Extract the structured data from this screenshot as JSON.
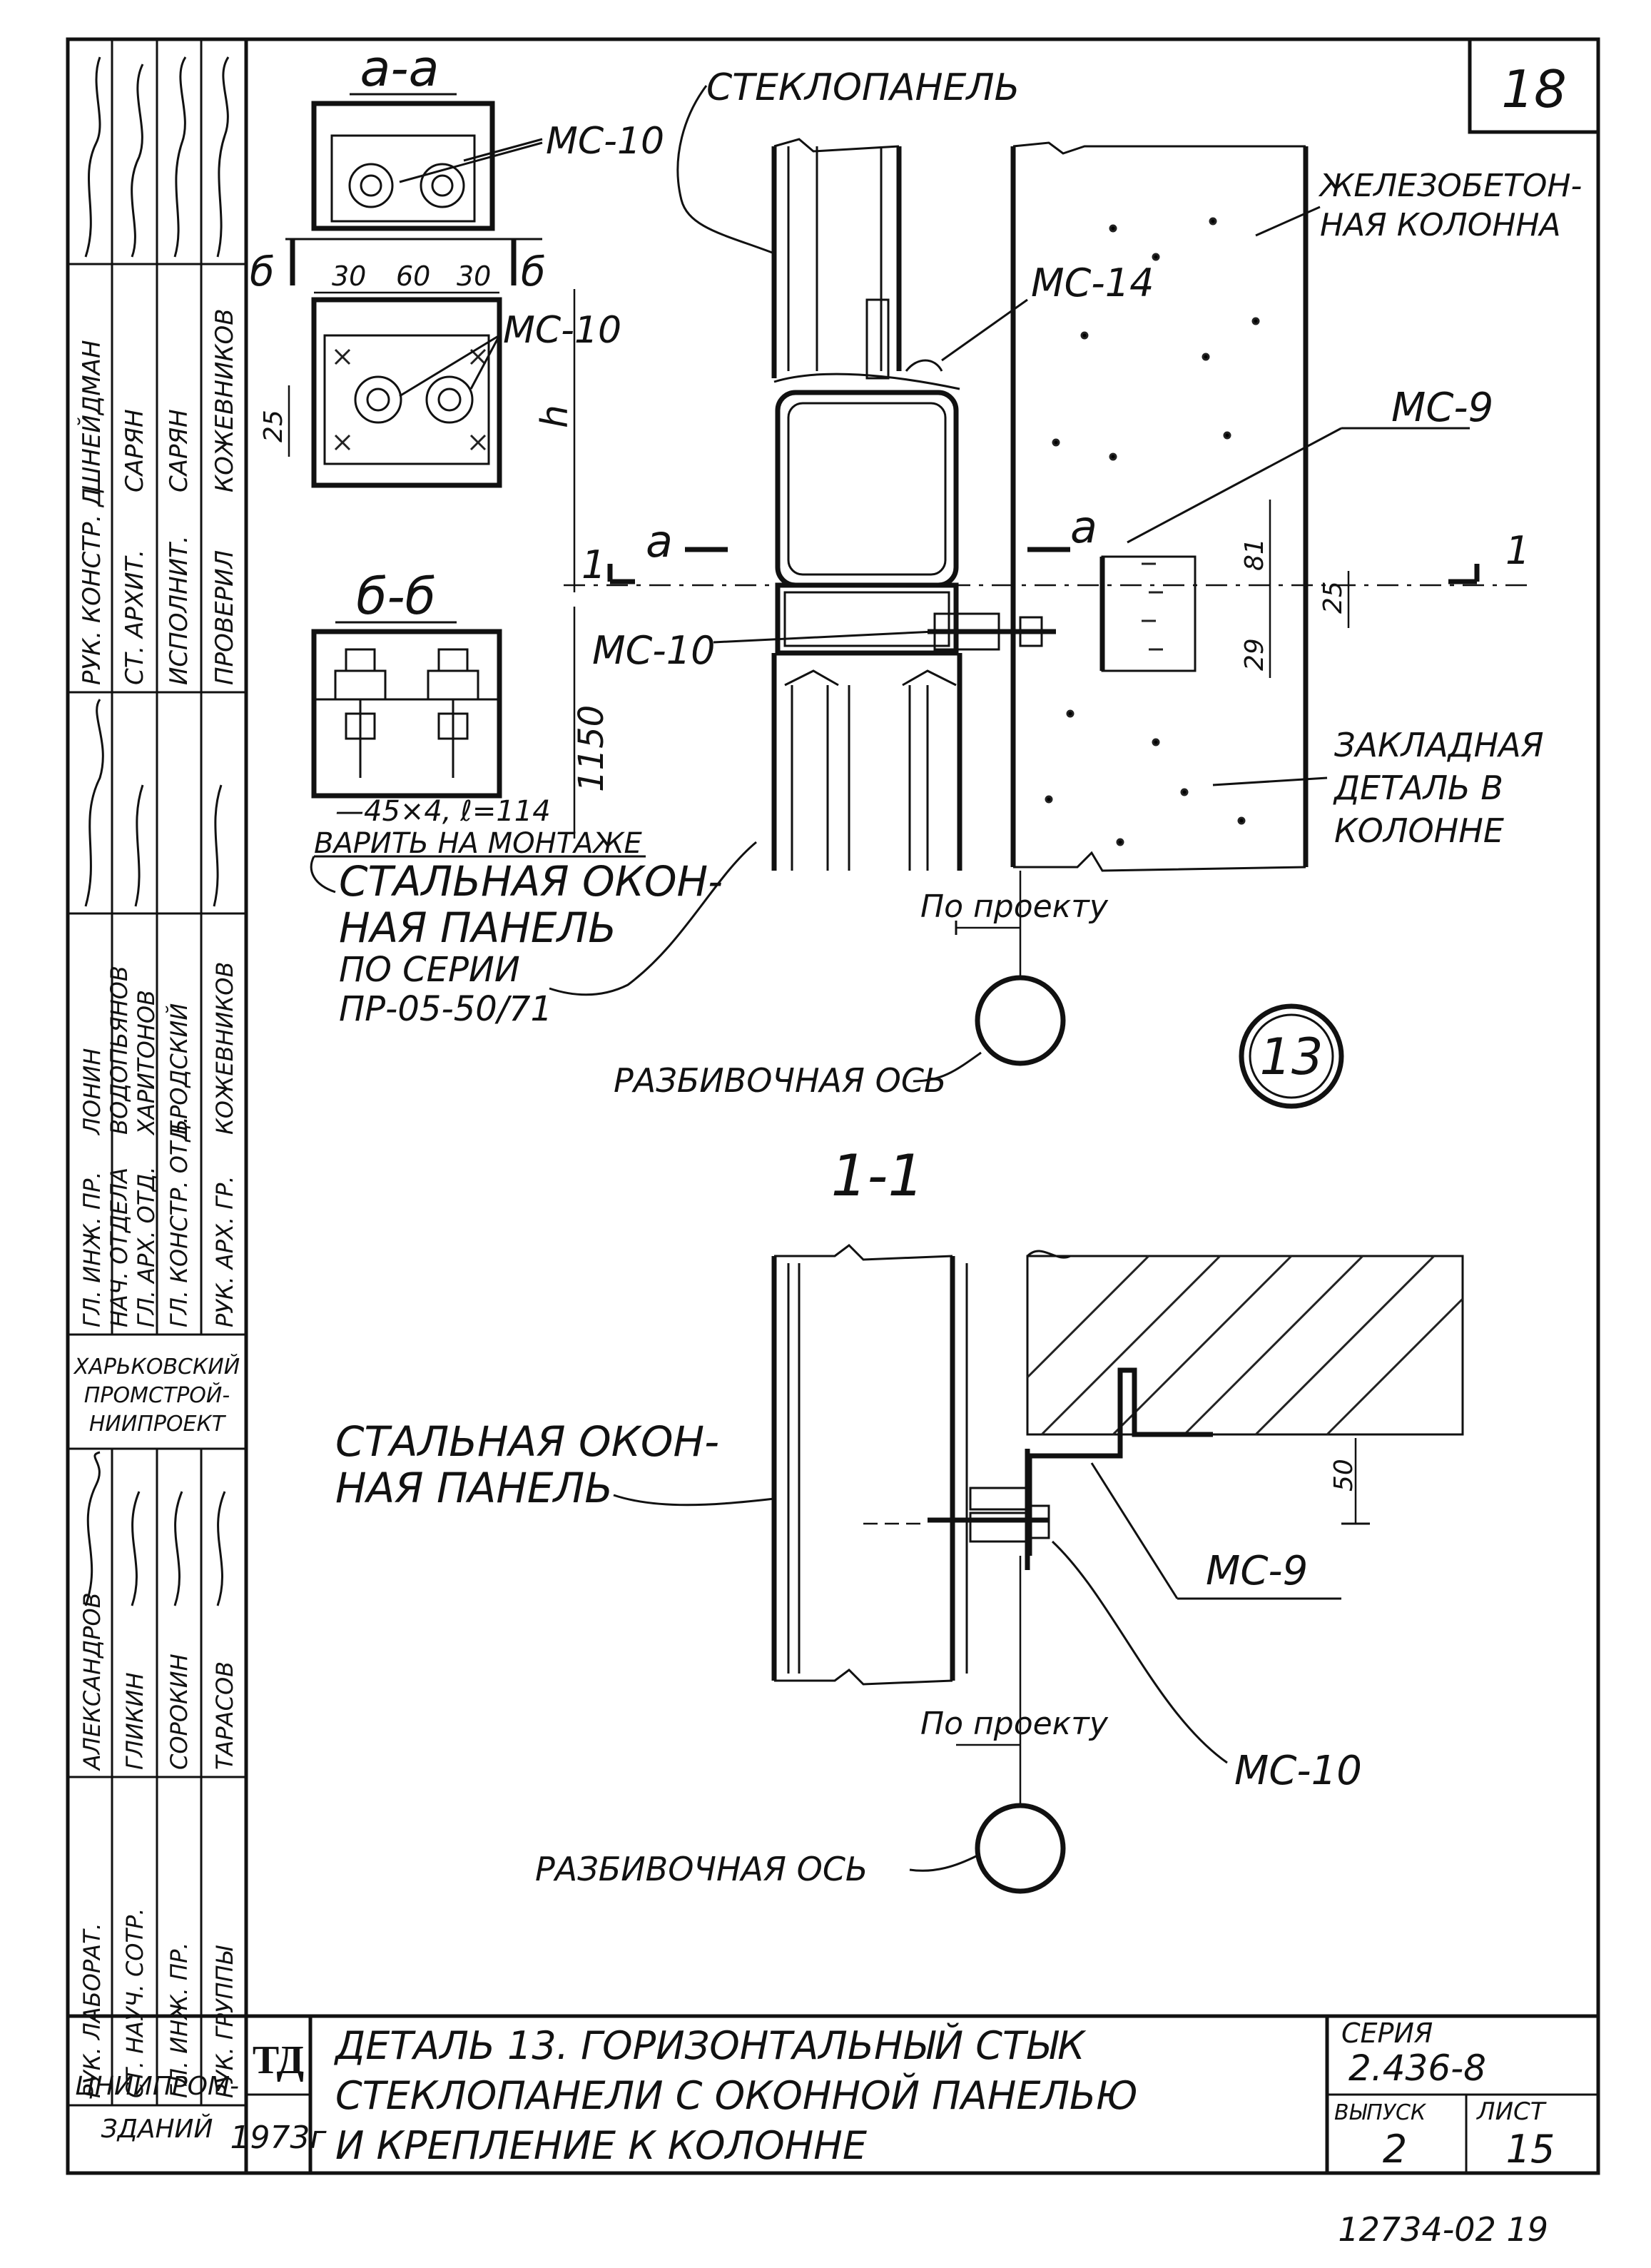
{
  "sheet": {
    "number": "18",
    "detail_marker": "13",
    "archive_code": "12734-02 19"
  },
  "section_aa": {
    "title": "а-а",
    "label_top": "МС-10",
    "label_mid": "МС-10",
    "cut_letter": "б",
    "dim_30a": "30",
    "dim_60": "60",
    "dim_30b": "30",
    "dim_25": "25",
    "dim_h": "h"
  },
  "section_bb": {
    "title": "б-б",
    "dim_1150": "1150",
    "plate_note": "—45×4, ℓ=114",
    "weld_note": "ВАРИТЬ НА МОНТАЖЕ"
  },
  "main": {
    "glass_panel": "СТЕКЛОПАНЕЛЬ",
    "column_l1": "ЖЕЛЕЗОБЕТОН-",
    "column_l2": "НАЯ КОЛОННА",
    "mc14": "МС-14",
    "mc9": "МС-9",
    "mc10": "МС-10",
    "cut_a": "а",
    "cut_1": "1",
    "dim_81": "81",
    "dim_25": "25",
    "dim_29": "29",
    "embed_l1": "ЗАКЛАДНАЯ",
    "embed_l2": "ДЕТАЛЬ В",
    "embed_l3": "КОЛОННЕ",
    "window_l1": "СТАЛЬНАЯ ОКОН-",
    "window_l2": "НАЯ ПАНЕЛЬ",
    "window_l3": "ПО СЕРИИ",
    "window_l4": "ПР-05-50/71",
    "po_proektu": "По проекту",
    "axis": "РАЗБИВОЧНАЯ ОСЬ"
  },
  "section_11": {
    "title": "1-1",
    "window_l1": "СТАЛЬНАЯ ОКОН-",
    "window_l2": "НАЯ ПАНЕЛЬ",
    "mc9": "МС-9",
    "mc10": "МС-10",
    "dim_50": "50",
    "po_proektu": "По проекту",
    "axis": "РАЗБИВОЧНАЯ ОСЬ"
  },
  "left_stamp": {
    "roles_top": [
      "РУК. КОНСТР. Д",
      "СТ. АРХИТ.",
      "ИСПОЛНИТ.",
      "ПРОВЕРИЛ"
    ],
    "names_top": [
      "ШНЕЙДМАН",
      "САРЯН",
      "САРЯН",
      "КОЖЕВНИКОВ"
    ],
    "roles_mid": [
      "ГЛ. ИНЖ. ПР.",
      "НАЧ. ОТДЕЛА",
      "ГЛ. АРХ. ОТД.",
      "ГЛ. КОНСТР. ОТД.",
      "РУК. АРХ. ГР."
    ],
    "names_mid": [
      "ЛОНИН",
      "ВОДОПЬЯНОВ",
      "ХАРИТОНОВ",
      "БРОДСКИЙ",
      "КОЖЕВНИКОВ"
    ],
    "org_l1": "ХАРЬКОВСКИЙ",
    "org_l2": "ПРОМСТРОЙ-",
    "org_l3": "НИИПРОЕКТ",
    "roles_bot": [
      "РУК. ЛАБОРАТ.",
      "СТ. НАУЧ. СОТР.",
      "ГЛ. ИНЖ. ПР.",
      "РУК. ГРУППЫ"
    ],
    "names_bot": [
      "АЛЕКСАНДРОВ",
      "ГЛИКИН",
      "СОРОКИН",
      "ТАРАСОВ"
    ]
  },
  "title_block": {
    "org_l1": "ЦНИИПРОМ-",
    "org_l2": "ЗДАНИЙ",
    "td": "ТД",
    "year": "1973г",
    "title_l1": "ДЕТАЛЬ 13. ГОРИЗОНТАЛЬНЫЙ СТЫК",
    "title_l2": "СТЕКЛОПАНЕЛИ С ОКОННОЙ ПАНЕЛЬЮ",
    "title_l3": "И КРЕПЛЕНИЕ К КОЛОННЕ",
    "series_label": "СЕРИЯ",
    "series_value": "2.436-8",
    "issue_label": "ВЫПУСК",
    "issue_value": "2",
    "page_label": "ЛИСТ",
    "page_value": "15"
  }
}
